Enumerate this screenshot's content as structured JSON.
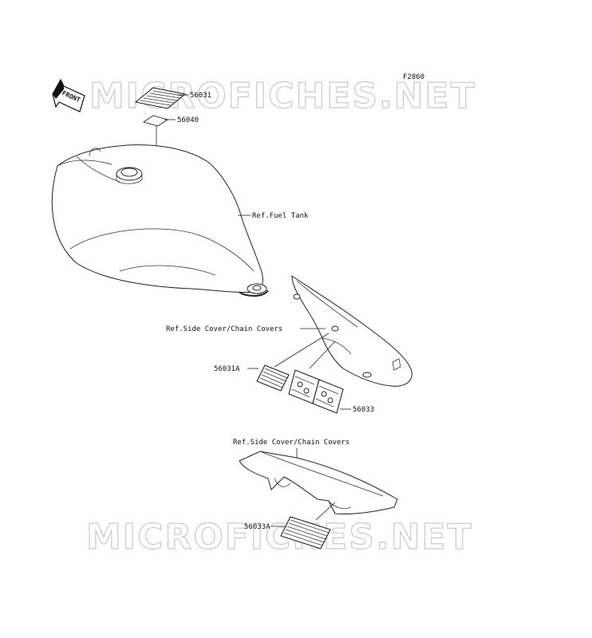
{
  "watermark": "MICROFICHES.NET",
  "figure_code": "F2860",
  "front_label": "FRONT",
  "labels": {
    "p56031": "56031",
    "p56040": "56040",
    "fuel_tank": "Ref.Fuel Tank",
    "side_cover_1": "Ref.Side Cover/Chain Covers",
    "p56031A": "56031A",
    "p56033": "56033",
    "side_cover_2": "Ref.Side Cover/Chain Covers",
    "p56033A": "56033A"
  }
}
